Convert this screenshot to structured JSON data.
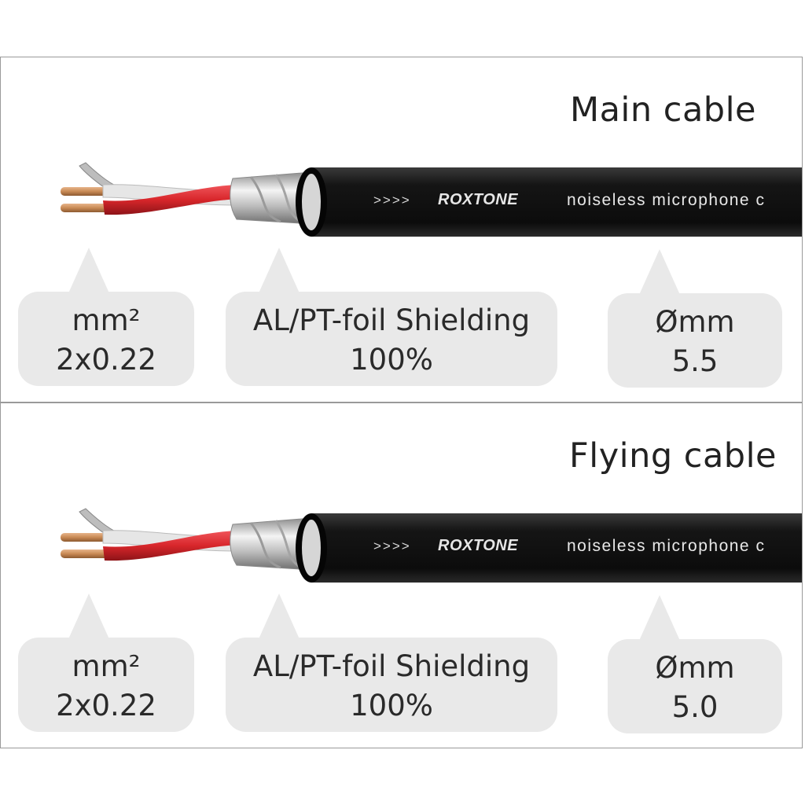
{
  "panels": [
    {
      "title": "Main cable",
      "cable_print": {
        "arrows": ">>>>",
        "brand": "ROXTONE",
        "text": "noiseless  microphone  c"
      },
      "specs": [
        {
          "label": "mm²",
          "value": "2x0.22"
        },
        {
          "label": "AL/PT-foil Shielding",
          "value": "100%"
        },
        {
          "label": "Ømm",
          "value": "5.5"
        }
      ]
    },
    {
      "title": "Flying cable",
      "cable_print": {
        "arrows": ">>>>",
        "brand": "ROXTONE",
        "text": "noiseless  microphone  c"
      },
      "specs": [
        {
          "label": "mm²",
          "value": "2x0.22"
        },
        {
          "label": "AL/PT-foil Shielding",
          "value": "100%"
        },
        {
          "label": "Ømm",
          "value": "5.0"
        }
      ]
    }
  ],
  "colors": {
    "jacket": "#161616",
    "red_core": "#d8262b",
    "copper": "#c98a55",
    "bubble": "#e9e9e9"
  }
}
